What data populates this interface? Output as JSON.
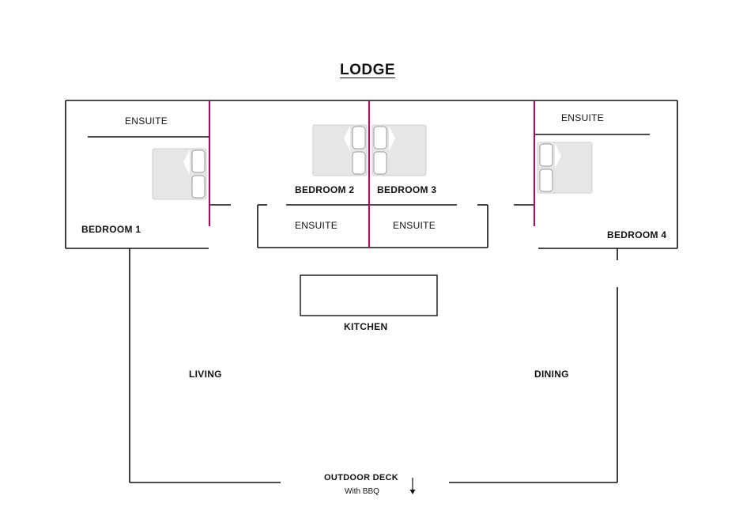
{
  "title": "LODGE",
  "rooms": {
    "bedroom_1": "BEDROOM 1",
    "bedroom_2": "BEDROOM 2",
    "bedroom_3": "BEDROOM 3",
    "bedroom_4": "BEDROOM 4",
    "kitchen": "KITCHEN",
    "living": "LIVING",
    "dining": "DINING",
    "outdoor_deck": "OUTDOOR DECK",
    "outdoor_deck_note": "With BBQ"
  },
  "ensuites": {
    "ensuite_1": "ENSUITE",
    "ensuite_2": "ENSUITE",
    "ensuite_3": "ENSUITE",
    "ensuite_4": "ENSUITE"
  },
  "colors": {
    "wall": "#111111",
    "partition": "#8e1a5c",
    "bed": "#e6e6e6"
  }
}
